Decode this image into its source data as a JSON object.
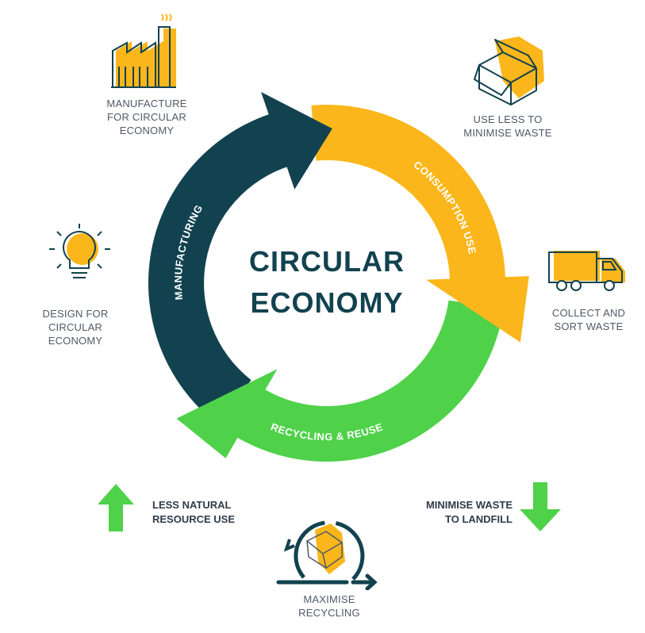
{
  "title": {
    "line1": "CIRCULAR",
    "line2": "ECONOMY"
  },
  "ring": {
    "manufacturing": "MANUFACTURING",
    "consumption": "CONSUMPTION USE",
    "recycling": "RECYCLING & REUSE"
  },
  "stages": {
    "manufacture": [
      "MANUFACTURE",
      "FOR CIRCULAR",
      "ECONOMY"
    ],
    "use_less": [
      "USE LESS TO",
      "MINIMISE WASTE"
    ],
    "collect": [
      "COLLECT AND",
      "SORT WASTE"
    ],
    "design": [
      "DESIGN FOR",
      "CIRCULAR",
      "ECONOMY"
    ],
    "maximise": [
      "MAXIMISE",
      "RECYCLING"
    ]
  },
  "benefits": {
    "less_resource": [
      "LESS NATURAL",
      "RESOURCE USE"
    ],
    "minimise_landfill": [
      "MINIMISE WASTE",
      "TO LANDFILL"
    ]
  },
  "colors": {
    "dark": "#12424f",
    "yellow": "#fbb61b",
    "green": "#4fd14a",
    "text": "#4f5a66"
  }
}
